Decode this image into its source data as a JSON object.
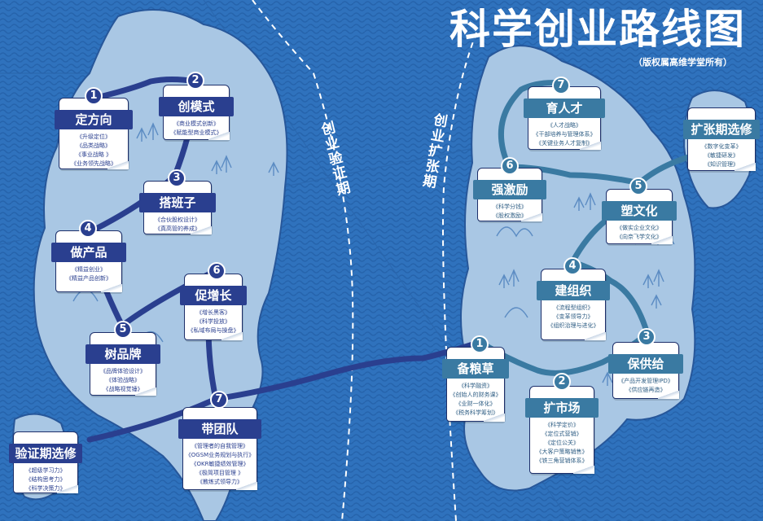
{
  "header": {
    "title": "科学创业路线图",
    "subtitle": "（版权属高维学堂所有）"
  },
  "phases": {
    "validation": "创业验证期",
    "expansion": "创业扩张期"
  },
  "colors": {
    "sea": "#2f72bd",
    "land": "#a9c7e4",
    "left_route": "#2a3f8f",
    "right_route": "#3a7aa2",
    "card_bg": "#ffffff",
    "text_white": "#ffffff"
  },
  "validation_stages": [
    {
      "num": "1",
      "title": "定方向",
      "items": [
        "《升级定位》",
        "《品类战略》",
        "《事业战略 》",
        "《业务领先战略》"
      ]
    },
    {
      "num": "2",
      "title": "创模式",
      "items": [
        "《商业模式创新》",
        "《赋能型商业模式》"
      ]
    },
    {
      "num": "3",
      "title": "搭班子",
      "items": [
        "《合伙股权设计》",
        "《真高管的养成》"
      ]
    },
    {
      "num": "4",
      "title": "做产品",
      "items": [
        "《精益创业》",
        "《精益产品创新》"
      ]
    },
    {
      "num": "5",
      "title": "树品牌",
      "items": [
        "《品牌体验设计》",
        "《体验战略》",
        "《战略视觉锤》"
      ]
    },
    {
      "num": "6",
      "title": "促增长",
      "items": [
        "《增长黑客》",
        "《科学投放》",
        "《私域布局与操盘》"
      ]
    },
    {
      "num": "7",
      "title": "带团队",
      "items": [
        "《管理者的自我管理》",
        "《OGSM业务规划与执行》",
        "《OKR敏捷绩效管理》",
        "《极简项目管理 》",
        "《教练式领导力》"
      ]
    }
  ],
  "validation_elective": {
    "title": "验证期选修",
    "items": [
      "《超级学习力》",
      "《结构思考力》",
      "《科学决策力》"
    ]
  },
  "expansion_stages": [
    {
      "num": "1",
      "title": "备粮草",
      "items": [
        "《科学融资》",
        "《创始人的财务课》",
        "《业财一体化》",
        "《税务科学筹划》"
      ]
    },
    {
      "num": "2",
      "title": "扩市场",
      "items": [
        "《科学定价》",
        "《定位式营销》",
        "《定位公关》",
        "《大客户策略销售》",
        "《铁三角营销体系》"
      ]
    },
    {
      "num": "3",
      "title": "保供给",
      "items": [
        "《产品开发管理IPD》",
        "《供应链再造》"
      ]
    },
    {
      "num": "4",
      "title": "建组织",
      "items": [
        "《流程型组织》",
        "《变革领导力》",
        "《组织治理与进化》"
      ]
    },
    {
      "num": "5",
      "title": "塑文化",
      "items": [
        "《做实企业文化》",
        "《向奈飞学文化》"
      ]
    },
    {
      "num": "6",
      "title": "强激励",
      "items": [
        "《科学分钱》",
        "《股权激励》"
      ]
    },
    {
      "num": "7",
      "title": "育人才",
      "items": [
        "《人才战略》",
        "《干部培养与管理体系》",
        "《关键业务人才复制》"
      ]
    }
  ],
  "expansion_elective": {
    "title": "扩张期选修",
    "items": [
      "《数字化变革》",
      "《敏捷研发》",
      "《知识管理》"
    ]
  }
}
